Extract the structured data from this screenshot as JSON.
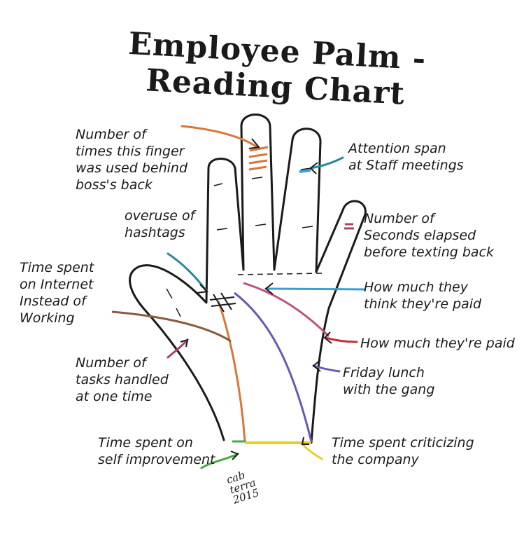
{
  "title": "Employee Palm - Reading Chart",
  "labels": {
    "finger_behind_back": "Number of\ntimes this finger\nwas used behind\nboss's back",
    "attention_span": "Attention span\nat Staff meetings",
    "hashtags": "overuse of\nhashtags",
    "seconds_texting": "Number of\nSeconds elapsed\nbefore texting back",
    "internet": "Time spent\non Internet\nInstead of\nWorking",
    "think_paid": "How much they\nthink they're paid",
    "actually_paid": "How much they're paid",
    "tasks": "Number of\ntasks handled\nat one time",
    "friday_lunch": "Friday lunch\nwith the gang",
    "self_improvement": "Time spent on\nself improvement",
    "criticizing": "Time spent criticizing\nthe company"
  },
  "signature": "cab\nterra\n2015",
  "colors": {
    "ink": "#1a1a1a",
    "orange": "#d9763a",
    "brown": "#8a5a3c",
    "blue": "#3a9fd0",
    "teal": "#2a8a9a",
    "purple": "#6a58b8",
    "magenta": "#c0507a",
    "pink": "#b0406a",
    "green": "#4aa84a",
    "yellow": "#e8d020",
    "red": "#c03040"
  }
}
